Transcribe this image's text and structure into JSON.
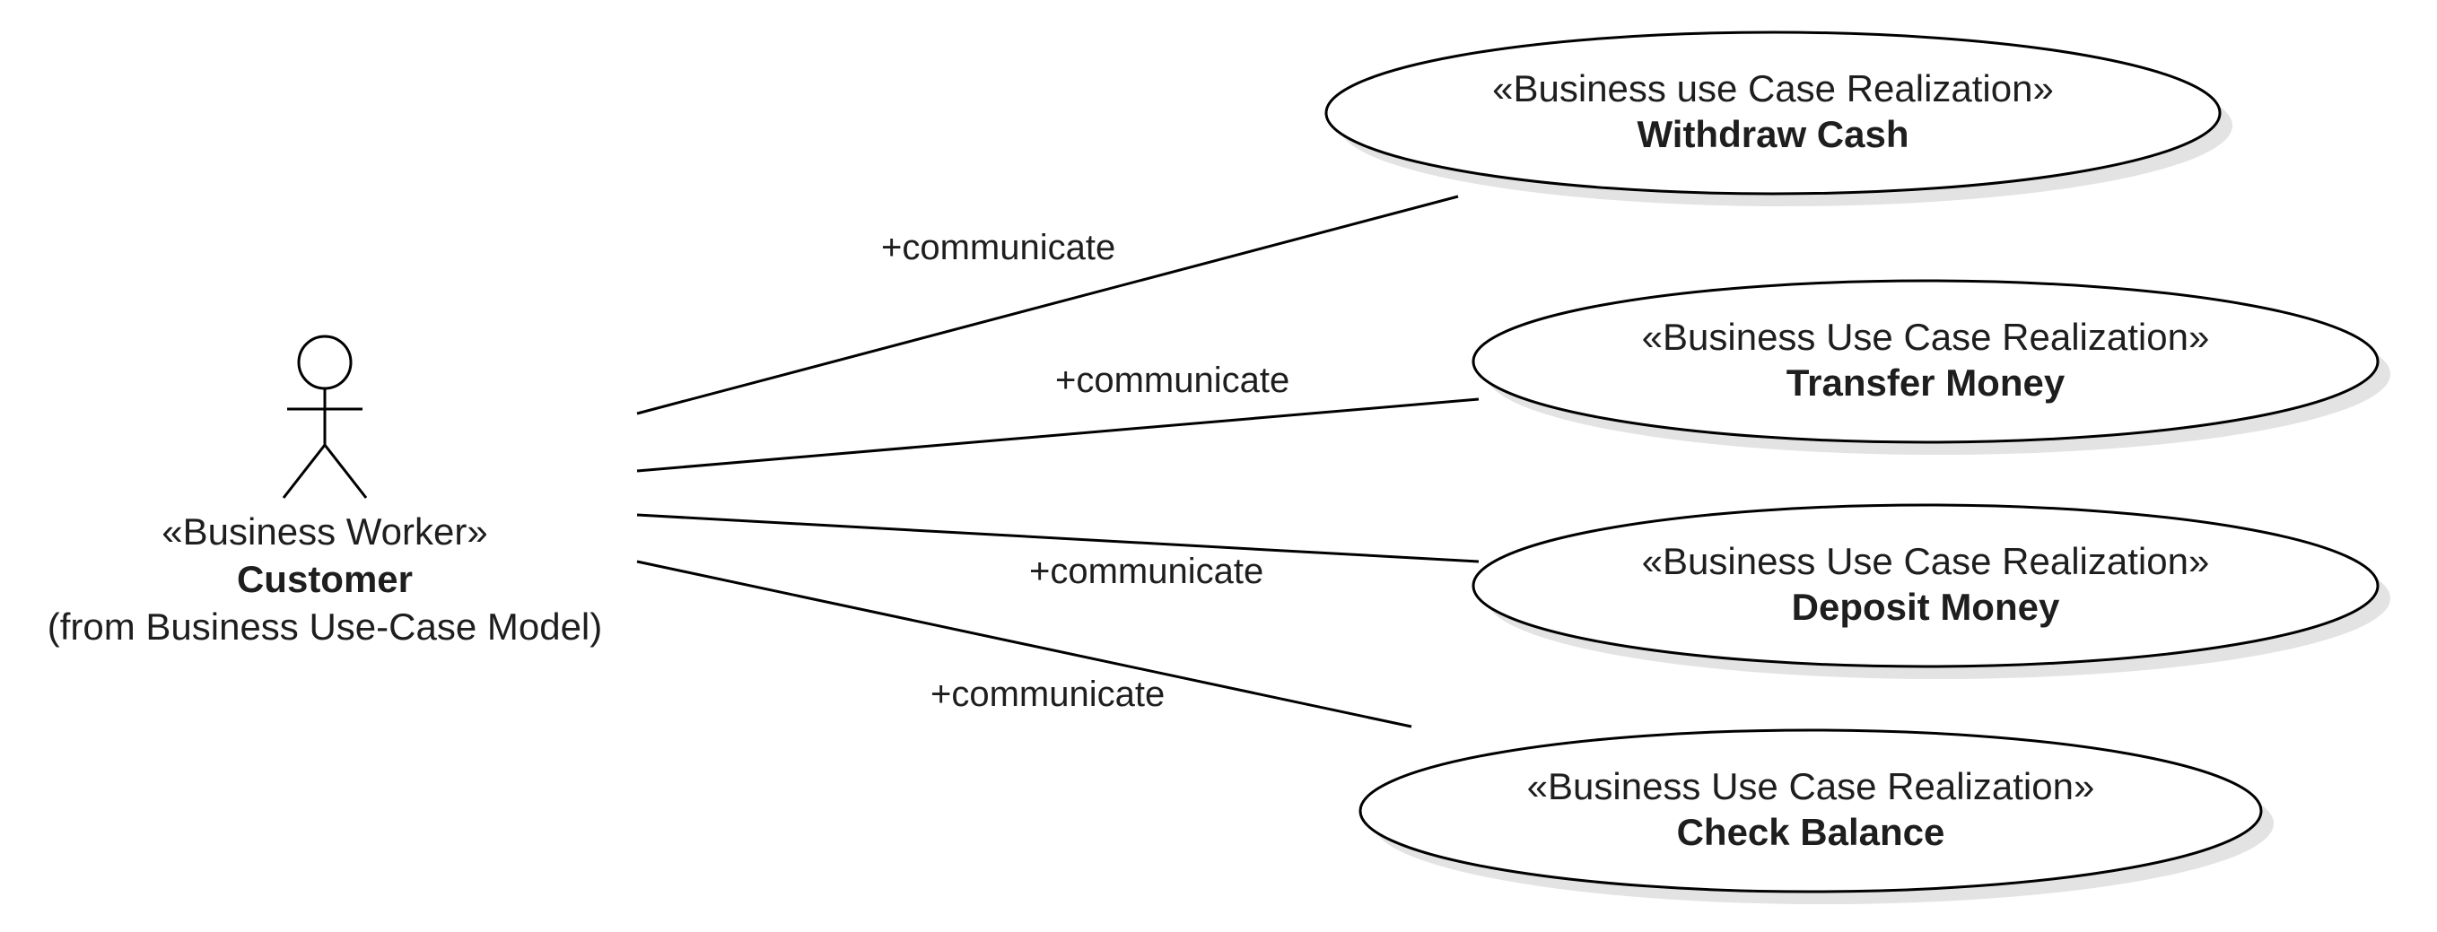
{
  "actor": {
    "stereotype": "«Business Worker»",
    "name": "Customer",
    "origin": "(from Business Use-Case Model)"
  },
  "use_cases": [
    {
      "stereotype": "«Business use Case Realization»",
      "name": "Withdraw Cash"
    },
    {
      "stereotype": "«Business Use Case Realization»",
      "name": "Transfer Money"
    },
    {
      "stereotype": "«Business Use Case Realization»",
      "name": "Deposit Money"
    },
    {
      "stereotype": "«Business Use Case Realization»",
      "name": "Check Balance"
    }
  ],
  "associations": [
    {
      "label": "+communicate"
    },
    {
      "label": "+communicate"
    },
    {
      "label": "+communicate"
    },
    {
      "label": "+communicate"
    }
  ]
}
